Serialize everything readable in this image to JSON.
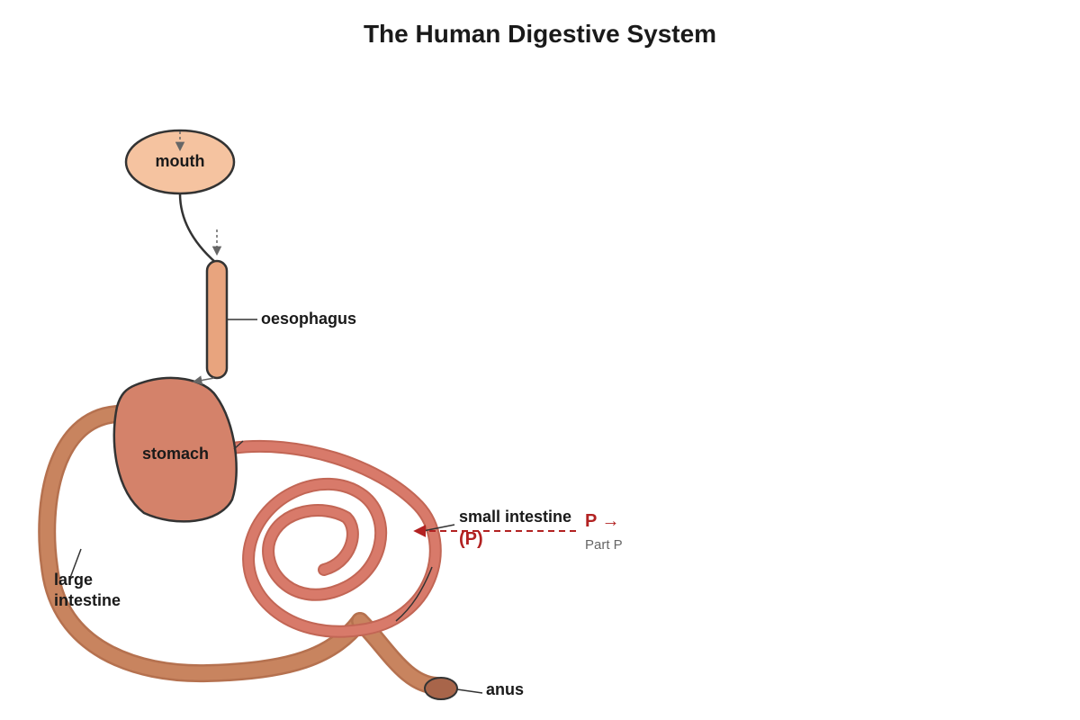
{
  "title": "The Human Digestive System",
  "labels": {
    "mouth": "mouth",
    "oesophagus": "oesophagus",
    "stomach": "stomach",
    "small_intestine": "small intestine",
    "small_intestine_marker": "(P)",
    "large_intestine_line1": "large",
    "large_intestine_line2": "intestine",
    "anus": "anus"
  },
  "callout": {
    "symbol": "P →",
    "caption": "Part P"
  },
  "colors": {
    "mouth": "#f5c3a0",
    "oesophagus": "#e8a47e",
    "stomach": "#d4826a",
    "small_intestine": "#d87a6a",
    "large_intestine": "#c8845f",
    "anus": "#a8654a",
    "outline": "#333333",
    "accent": "#b22222"
  }
}
